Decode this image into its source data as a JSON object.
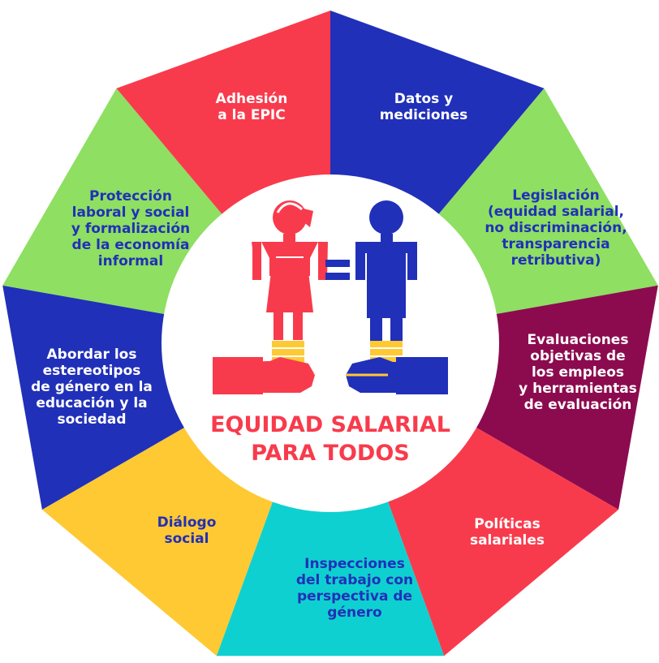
{
  "segments": [
    {
      "lines": [
        "Datos y",
        "mediciones"
      ],
      "fill": "#2130b8",
      "text": "#ffffff"
    },
    {
      "lines": [
        "Legislación",
        "(equidad salarial,",
        "no discriminación,",
        "transparencia",
        "retributiva)"
      ],
      "fill": "#8edf62",
      "text": "#2130b8"
    },
    {
      "lines": [
        "Evaluaciones",
        "objetivas de",
        "los empleos",
        "y herramientas",
        "de evaluación"
      ],
      "fill": "#8c0b4f",
      "text": "#ffffff"
    },
    {
      "lines": [
        "Políticas",
        "salariales"
      ],
      "fill": "#f83b4c",
      "text": "#ffffff"
    },
    {
      "lines": [
        "Inspecciones",
        "del trabajo con",
        "perspectiva de",
        "género"
      ],
      "fill": "#0fd0d0",
      "text": "#2130b8"
    },
    {
      "lines": [
        "Diálogo",
        "social"
      ],
      "fill": "#ffc933",
      "text": "#2130b8"
    },
    {
      "lines": [
        "Abordar los",
        "estereotipos",
        "de género en la",
        "educación y la",
        "sociedad"
      ],
      "fill": "#2130b8",
      "text": "#ffffff"
    },
    {
      "lines": [
        "Protección",
        "laboral y social",
        "y formalización",
        "de la economía",
        "informal"
      ],
      "fill": "#8edf62",
      "text": "#2130b8"
    },
    {
      "lines": [
        "Adhesión",
        "a la EPIC"
      ],
      "fill": "#f83b4c",
      "text": "#ffffff"
    }
  ],
  "center": {
    "title_line1": "EQUIDAD SALARIAL",
    "title_line2": "PARA TODOS",
    "title_color": "#f83b4c"
  },
  "colors": {
    "pink": "#f83b4c",
    "blue": "#2130b8",
    "yellow": "#ffc933",
    "white": "#ffffff"
  }
}
